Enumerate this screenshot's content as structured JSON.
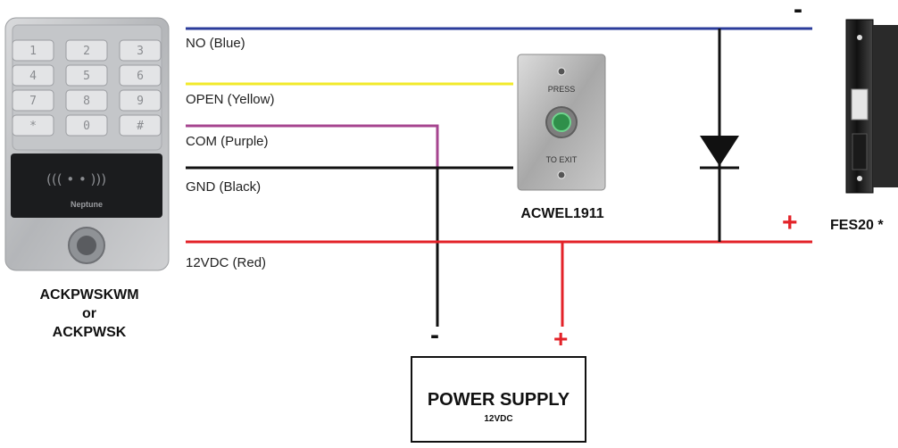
{
  "wires": {
    "no": "NO (Blue)",
    "open": "OPEN (Yellow)",
    "com": "COM (Purple)",
    "gnd": "GND (Black)",
    "vdc": "12VDC (Red)"
  },
  "keypad": {
    "model_line1": "ACKPWSKWM",
    "model_line2": "or",
    "model_line3": "ACKPWSK",
    "keys": [
      "1",
      "2",
      "3",
      "4",
      "5",
      "6",
      "7",
      "8",
      "9",
      "*",
      "0",
      "#"
    ],
    "brand": "Neptune"
  },
  "exit_button": {
    "model": "ACWEL1911",
    "top_text": "PRESS",
    "bottom_text": "TO EXIT"
  },
  "strike": {
    "model": "FES20 *"
  },
  "power_supply": {
    "title": "POWER SUPPLY",
    "subtitle": "12VDC"
  },
  "signs": {
    "minus": "-",
    "plus": "+"
  },
  "colors": {
    "blue_wire": "#2b3c9b",
    "yellow_wire": "#f2ea2a",
    "purple_wire": "#a6458f",
    "black_wire": "#111111",
    "red_wire": "#e32228"
  }
}
